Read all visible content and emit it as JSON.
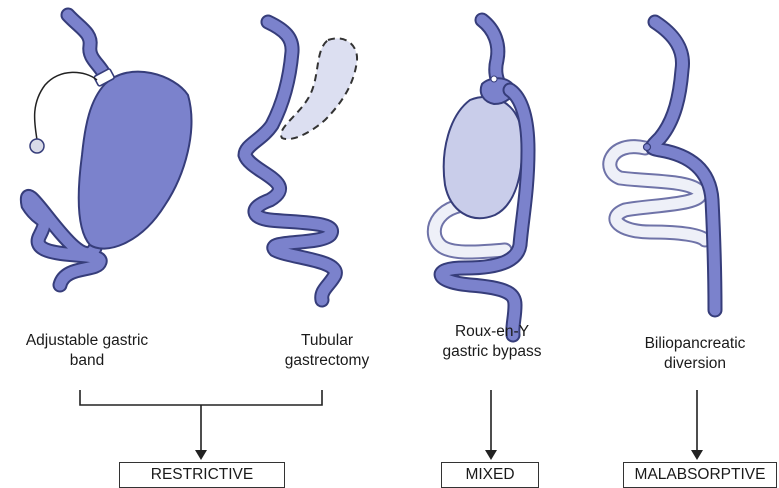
{
  "colors": {
    "organ_blue": "#7b82cc",
    "organ_outline": "#363d7a",
    "pale_stomach": "#c9cdea",
    "bypassed_limb": "#eef0f8",
    "line": "#222222"
  },
  "procedures": [
    {
      "line1": "Adjustable gastric",
      "line2": "band"
    },
    {
      "line1": "Tubular",
      "line2": "gastrectomy"
    },
    {
      "line1": "Roux-en-Y",
      "line2": "gastric bypass"
    },
    {
      "line1": "Biliopancreatic",
      "line2": "diversion"
    }
  ],
  "categories": {
    "restrictive": "RESTRICTIVE",
    "mixed": "MIXED",
    "malabsorptive": "MALABSORPTIVE"
  }
}
